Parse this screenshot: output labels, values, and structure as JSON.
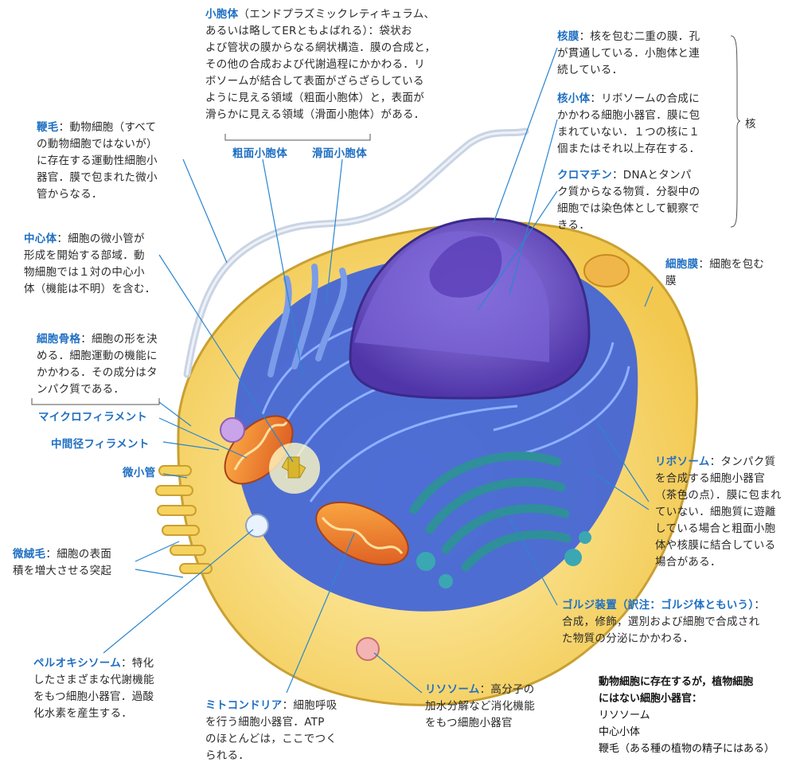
{
  "labels": {
    "er": {
      "title": "小胞体",
      "desc": "（エンドプラズミックレティキュラム、\nあるいは略してERともよばれる）：袋状お\nよび管状の膜からなる網状構造．膜の合成と，\nその他の合成および代謝過程にかかわる．リ\nボソームが結合して表面がざらざらしている\nように見える領域（粗面小胞体）と，表面が\n滑らかに見える領域（滑面小胞体）がある．"
    },
    "rough_er": "粗面小胞体",
    "smooth_er": "滑面小胞体",
    "flagellum": {
      "title": "鞭毛",
      "desc": "：動物細胞（すべて\nの動物細胞ではないが）\nに存在する運動性細胞小\n器官．膜で包まれた微小\n管からなる．"
    },
    "centrosome": {
      "title": "中心体",
      "desc": "：細胞の微小管が\n形成を開始する部域．動\n物細胞では１対の中心小\n体（機能は不明）を含む．"
    },
    "cytoskeleton": {
      "title": "細胞骨格",
      "desc": "：細胞の形を決\nめる．細胞運動の機能に\nかかわる．その成分はタ\nンパク質である．"
    },
    "microfilament": "マイクロフィラメント",
    "intermediate_filament": "中間径フィラメント",
    "microtubule": "微小管",
    "microvilli": {
      "title": "微絨毛",
      "desc": "：細胞の表面\n積を増大させる突起"
    },
    "peroxisome": {
      "title": "ペルオキシソーム",
      "desc": "：特化\nしたさまざまな代謝機能\nをもつ細胞小器官．過酸\n化水素を産生する．"
    },
    "mitochondria": {
      "title": "ミトコンドリア",
      "desc": "：細胞呼吸\nを行う細胞小器官．ATP\nのほとんどは，ここでつく\nられる．"
    },
    "lysosome": {
      "title": "リソソーム",
      "desc": "：高分子の\n加水分解など消化機能\nをもつ細胞小器官"
    },
    "golgi": {
      "title": "ゴルジ装置（訳注：ゴルジ体ともいう）",
      "desc": "：\n合成，修飾，選別および細胞で合成され\nた物質の分泌にかかわる．"
    },
    "ribosome": {
      "title": "リボソーム",
      "desc": "：タンパク質\nを合成する細胞小器官\n（茶色の点）．膜に包まれ\nていない．細胞質に遊離\nしている場合と粗面小胞\n体や核膜に結合している\n場合がある．"
    },
    "plasma_membrane": {
      "title": "細胞膜",
      "desc": "：細胞を包む\n膜"
    },
    "nuclear_envelope": {
      "title": "核膜",
      "desc": "：核を包む二重の膜．孔\nが貫通している．小胞体と連\n続している．"
    },
    "nucleolus": {
      "title": "核小体",
      "desc": "：リボソームの合成に\nかかわる細胞小器官．膜に包\nまれていない．１つの核に１\n個またはそれ以上存在する．"
    },
    "chromatin": {
      "title": "クロマチン",
      "desc": "：DNAとタンパ\nク質からなる物質．分裂中の\n細胞では染色体として観察で\nきる．"
    },
    "nucleus_group": "核"
  },
  "note": {
    "heading": "動物細胞に存在するが，植物細胞\nにはない細胞小器官：",
    "items": [
      "リソソーム",
      "中心小体",
      "鞭毛（ある種の植物の精子にはある）"
    ]
  },
  "colors": {
    "accent": "#1f6fc2",
    "cytoplasm": "#f7d76a",
    "er": "#3f63d8",
    "nucleus": "#6f4fc4",
    "golgi": "#2f8f9a",
    "mitochondria": "#e8862a"
  }
}
